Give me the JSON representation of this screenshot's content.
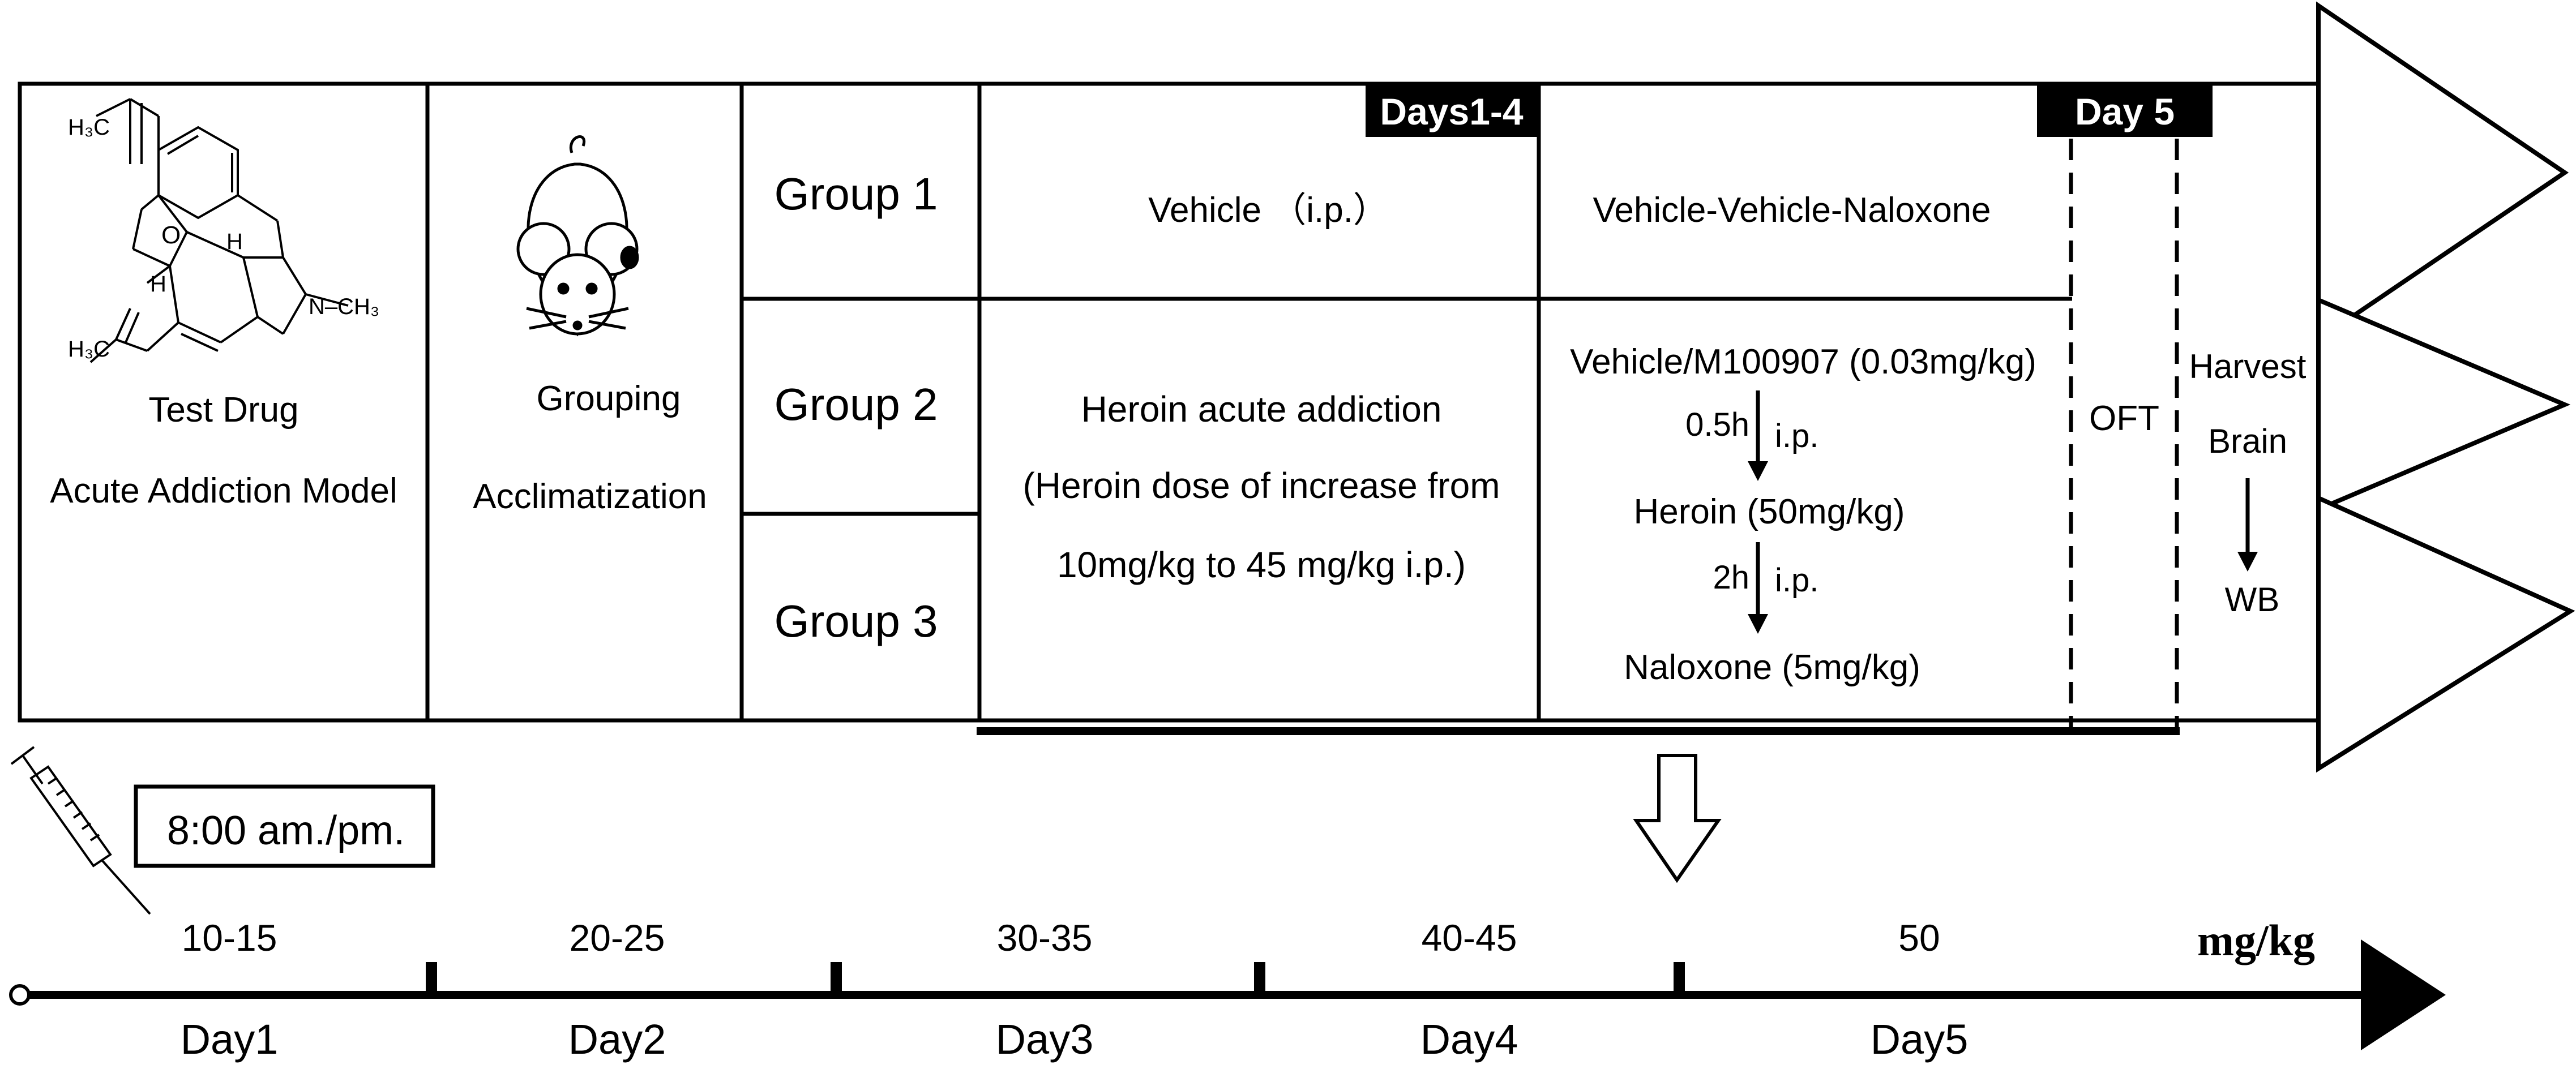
{
  "model": {
    "molecule_labels": {
      "methyl_left_top": "H₃C",
      "methyl_left_bottom": "H₃C",
      "oxygen": "O",
      "hydrogen_left": "H",
      "hydrogen_top": "H",
      "nitrogen_methyl": "N–CH₃"
    },
    "label_line1": "Test Drug",
    "label_line2": "Acute Addiction Model"
  },
  "grouping": {
    "line1": "Grouping",
    "line2": "Acclimatization"
  },
  "groups": [
    "Group 1",
    "Group 2",
    "Group 3"
  ],
  "days_1_4": {
    "header": "Days1-4",
    "group1_treatment": "Vehicle （i.p.）",
    "group23_line1": "Heroin acute addiction",
    "group23_line2": "(Heroin dose of increase from",
    "group23_line3": "10mg/kg to 45 mg/kg i.p.)"
  },
  "day_5": {
    "header": "Day 5",
    "group1_treatment": "Vehicle-Vehicle-Naloxone",
    "step1": "Vehicle/M100907 (0.03mg/kg)",
    "interval1_time": "0.5h",
    "interval1_route": "i.p.",
    "step2": "Heroin (50mg/kg)",
    "interval2_time": "2h",
    "interval2_route": "i.p.",
    "step3": "Naloxone (5mg/kg)",
    "test": "OFT",
    "harvest_line1": "Harvest",
    "harvest_line2": "Brain",
    "assay": "WB"
  },
  "injection_time": "8:00 am./pm.",
  "timeline": {
    "unit": "mg/kg",
    "doses": [
      "10-15",
      "20-25",
      "30-35",
      "40-45",
      "50"
    ],
    "days": [
      "Day1",
      "Day2",
      "Day3",
      "Day4",
      "Day5"
    ]
  }
}
